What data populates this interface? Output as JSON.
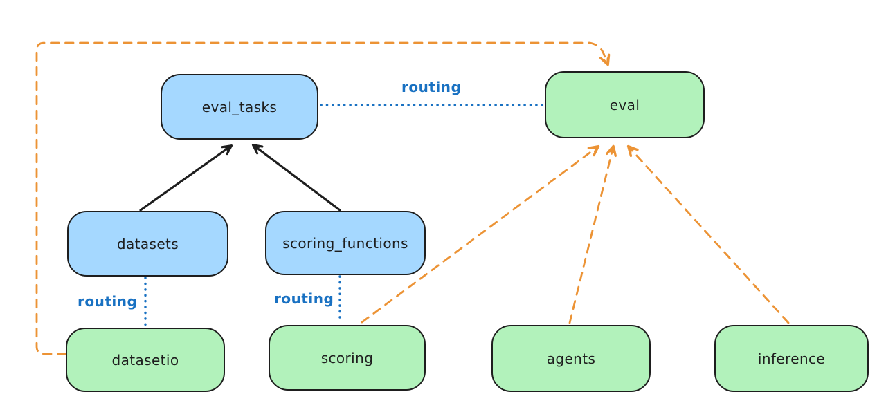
{
  "diagram": {
    "style": "hand-drawn (excalidraw)",
    "nodes": {
      "eval_tasks": {
        "label": "eval_tasks",
        "fill": "blue"
      },
      "eval": {
        "label": "eval",
        "fill": "green"
      },
      "datasets": {
        "label": "datasets",
        "fill": "blue"
      },
      "scoring_functions": {
        "label": "scoring_functions",
        "fill": "blue"
      },
      "datasetio": {
        "label": "datasetio",
        "fill": "green"
      },
      "scoring": {
        "label": "scoring",
        "fill": "green"
      },
      "agents": {
        "label": "agents",
        "fill": "green"
      },
      "inference": {
        "label": "inference",
        "fill": "green"
      }
    },
    "edges": [
      {
        "from": "datasets",
        "to": "eval_tasks",
        "style": "solid",
        "color": "ink",
        "arrow": true,
        "label": ""
      },
      {
        "from": "scoring_functions",
        "to": "eval_tasks",
        "style": "solid",
        "color": "ink",
        "arrow": true,
        "label": ""
      },
      {
        "from": "eval_tasks",
        "to": "eval",
        "style": "dotted",
        "color": "blue",
        "arrow": false,
        "label": "routing"
      },
      {
        "from": "datasets",
        "to": "datasetio",
        "style": "dotted",
        "color": "blue",
        "arrow": false,
        "label": "routing"
      },
      {
        "from": "scoring_functions",
        "to": "scoring",
        "style": "dotted",
        "color": "blue",
        "arrow": false,
        "label": "routing"
      },
      {
        "from": "datasetio",
        "to": "eval",
        "style": "dashed",
        "color": "orange",
        "arrow": true,
        "label": "",
        "route": "around-left-and-top-into-eval-top"
      },
      {
        "from": "scoring",
        "to": "eval",
        "style": "dashed",
        "color": "orange",
        "arrow": true,
        "label": ""
      },
      {
        "from": "agents",
        "to": "eval",
        "style": "dashed",
        "color": "orange",
        "arrow": true,
        "label": ""
      },
      {
        "from": "inference",
        "to": "eval",
        "style": "dashed",
        "color": "orange",
        "arrow": true,
        "label": ""
      }
    ]
  },
  "colors": {
    "ink": "#1e1e1e",
    "blue-fill": "#a5d8ff",
    "green-fill": "#b2f2bb",
    "blue": "#1971c2",
    "orange": "#ec9335",
    "bg": "#ffffff"
  }
}
